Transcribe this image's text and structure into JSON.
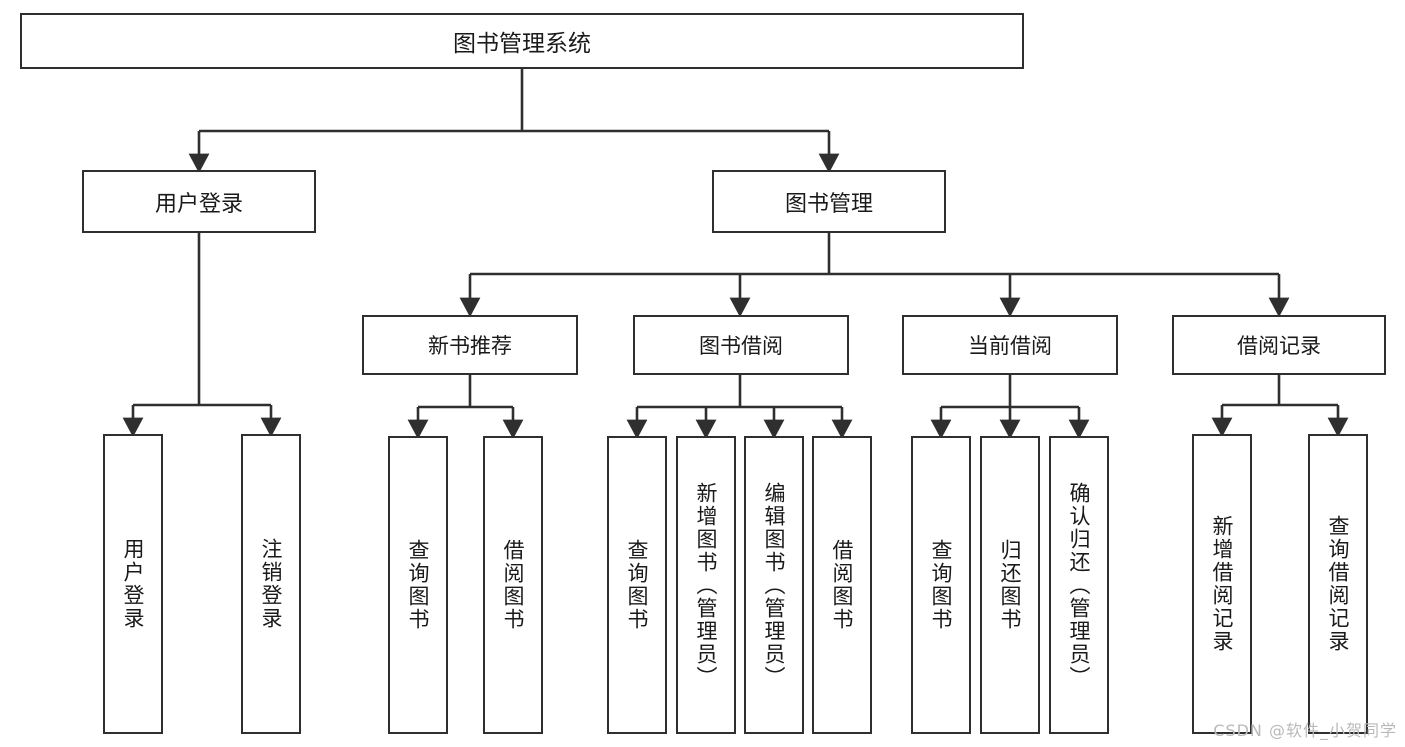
{
  "diagram": {
    "title": "图书管理系统",
    "type": "tree",
    "root": {
      "label": "图书管理系统"
    },
    "level2": [
      {
        "label": "用户登录"
      },
      {
        "label": "图书管理"
      }
    ],
    "level3": [
      {
        "label": "新书推荐"
      },
      {
        "label": "图书借阅"
      },
      {
        "label": "当前借阅"
      },
      {
        "label": "借阅记录"
      }
    ],
    "leaves": {
      "user_login": [
        "用户登录",
        "注销登录"
      ],
      "new_book": [
        "查询图书",
        "借阅图书"
      ],
      "book_borrow": [
        "查询图书",
        "新增图书（管理员）",
        "编辑图书（管理员）",
        "借阅图书"
      ],
      "current_borrow": [
        "查询图书",
        "归还图书",
        "确认归还（管理员）"
      ],
      "borrow_record": [
        "新增借阅记录",
        "查询借阅记录"
      ]
    }
  },
  "watermark": {
    "text": "CSDN @软件_小贺同学"
  },
  "colors": {
    "stroke": "#2f2f2f",
    "fill": "#ffffff",
    "text": "#1a1a1a",
    "watermark": "#b9b9b9"
  }
}
